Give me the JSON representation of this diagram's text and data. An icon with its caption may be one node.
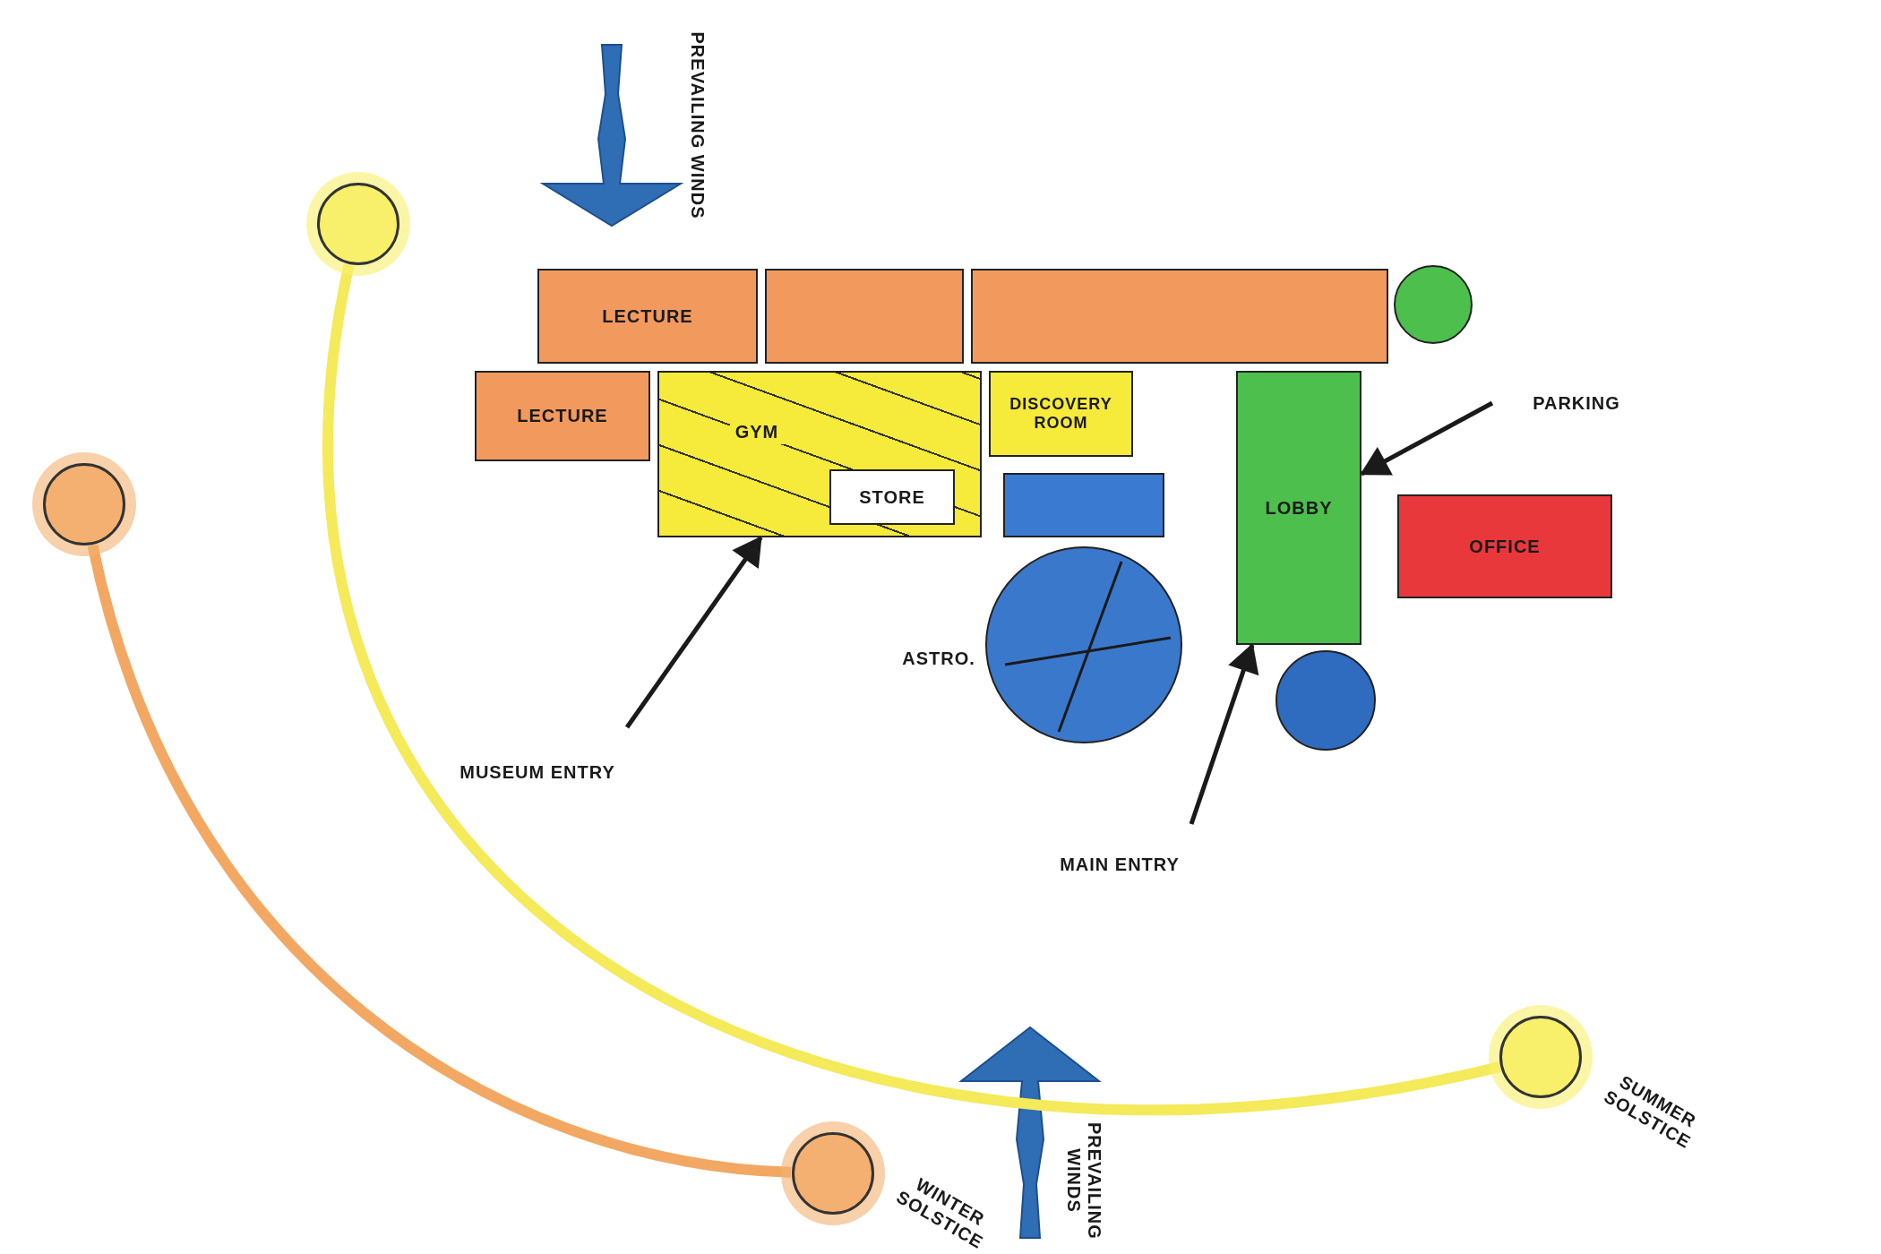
{
  "diagram": {
    "nodes": [
      {
        "text": [
          "LECTURE"
        ]
      },
      {
        "text": [
          "LECTURE"
        ]
      },
      {
        "text": [],
        "shape": "box"
      },
      {
        "text": [
          "DISCOVERY ROOM"
        ]
      },
      {
        "text": [
          "GYM"
        ]
      },
      {
        "text": [
          "STORE"
        ],
        "in": 4
      },
      {
        "text": [],
        "shape": "box"
      },
      {
        "text": [],
        "shape": "box"
      },
      {
        "text": [
          "LOBBY"
        ]
      },
      {
        "text": [
          "OFFICE"
        ]
      },
      {
        "text": [],
        "shape": "circle"
      },
      {
        "text": [],
        "shape": "circle"
      },
      {
        "text": [],
        "shape": "circle"
      },
      {
        "text": [],
        "shape": "circle"
      },
      {
        "text": [
          "SUMMER SOLSTICE"
        ]
      },
      {
        "text": [],
        "shape": "circle"
      },
      {
        "text": [
          "WINTER SOLSTICE"
        ]
      }
    ],
    "edges": [
      {
        "from": 13,
        "to": 14,
        "arrow": "none",
        "style": "thick",
        "color": "#f4ea5a"
      },
      {
        "from": 15,
        "to": 16,
        "arrow": "none",
        "style": "thick",
        "color": "#f2a863"
      },
      {
        "from": null,
        "to": 4,
        "arrow": "to"
      },
      {
        "from": null,
        "to": 8,
        "arrow": "to"
      },
      {
        "from": null,
        "to": 8,
        "arrow": "to"
      }
    ],
    "labels": [
      "PREVAILING WINDS",
      "MUSEUM ENTRY",
      "PARKING",
      "ASTRO.",
      "MAIN ENTRY",
      "PREVAILING WINDS"
    ]
  }
}
